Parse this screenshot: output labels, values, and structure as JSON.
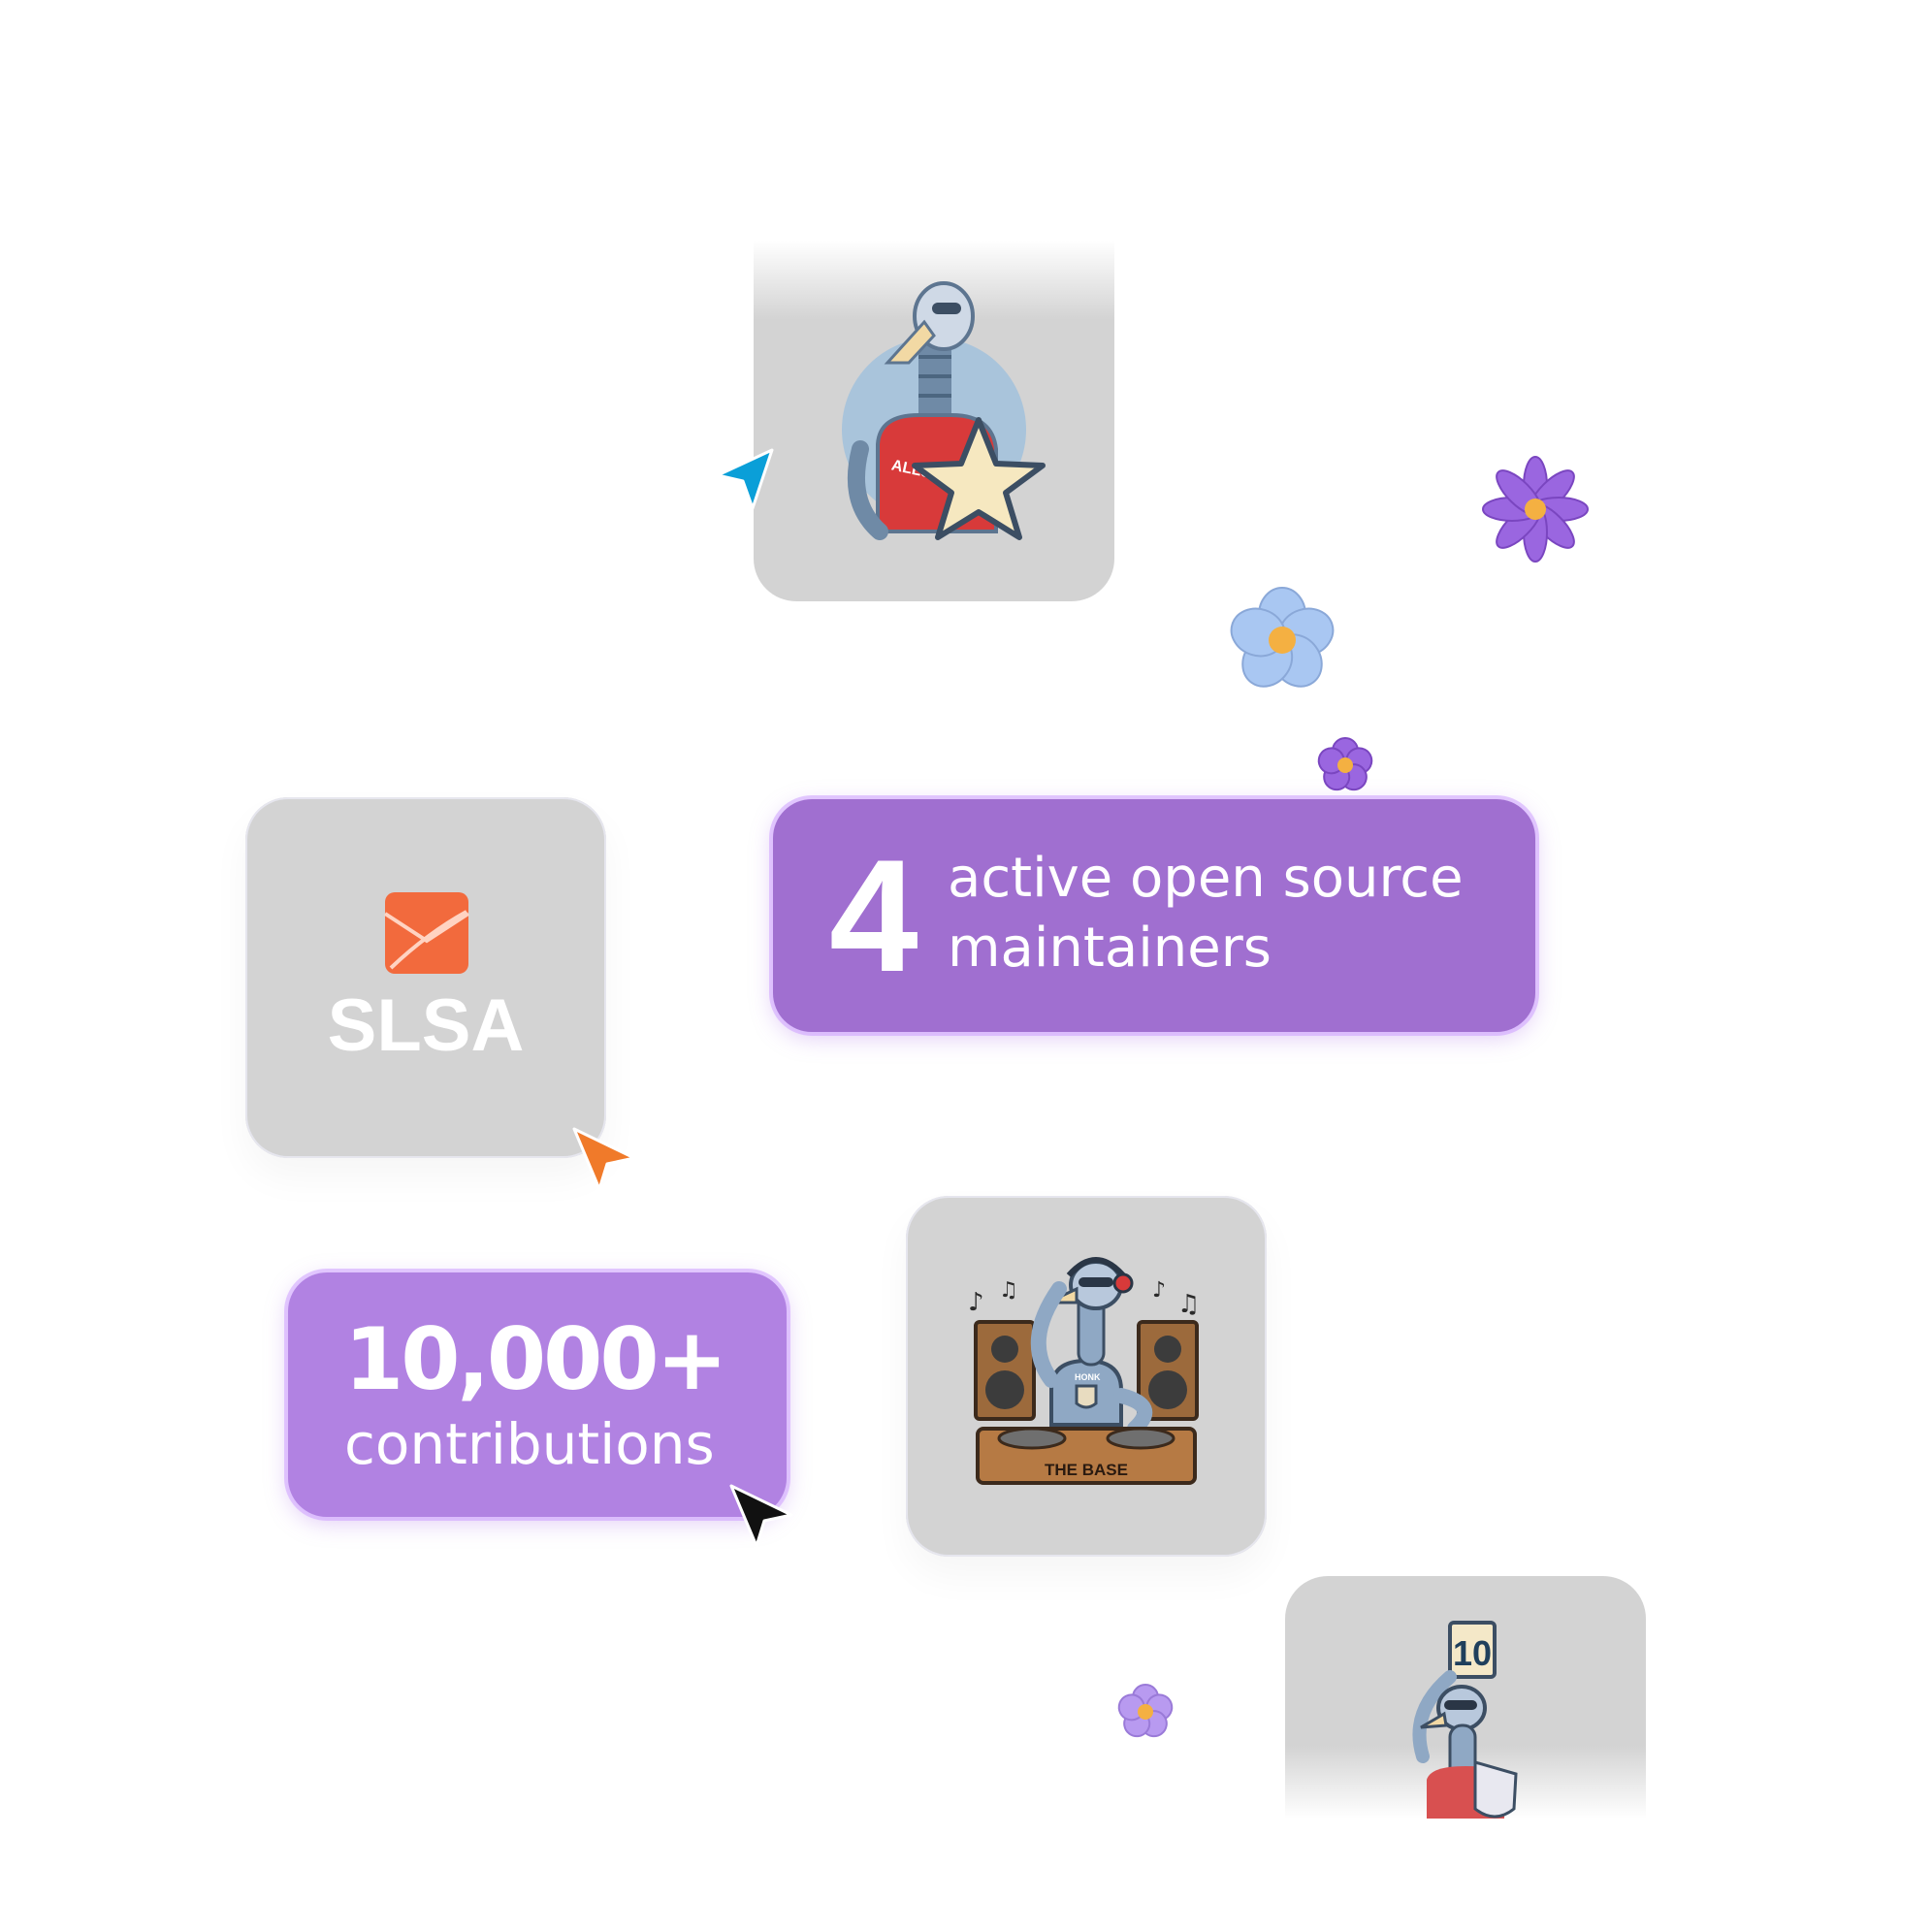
{
  "stats": {
    "maintainers": {
      "number": "4",
      "label": "active open source\nmaintainers"
    },
    "contributions": {
      "number": "10,000+",
      "label": "contributions"
    }
  },
  "tiles": {
    "slsa": {
      "wordmark": "SLSA",
      "icon": "slsa-envelope-logo"
    },
    "allstar": {
      "jersey_text": "ALLSTAR",
      "icon": "allstar-goose-mascot"
    },
    "dj": {
      "deck_text": "THE BASE",
      "shirt_text": "HONK",
      "icon": "dj-goose-mascot"
    },
    "score": {
      "card_text": "10",
      "icon": "score-card-goose-mascot"
    }
  },
  "colors": {
    "stat_primary": "#a06fd0",
    "stat_secondary": "#b182e2",
    "tile_bg": "#d3d3d3",
    "slsa_orange": "#f26a3d",
    "cursor_blue": "#0a9fd8",
    "cursor_orange": "#f07a2a",
    "cursor_black": "#111111",
    "flower_purple": "#9a66e0",
    "flower_blue": "#a9c7f2"
  },
  "decorations": [
    "cursor-arrow-icon",
    "flower-icon"
  ]
}
